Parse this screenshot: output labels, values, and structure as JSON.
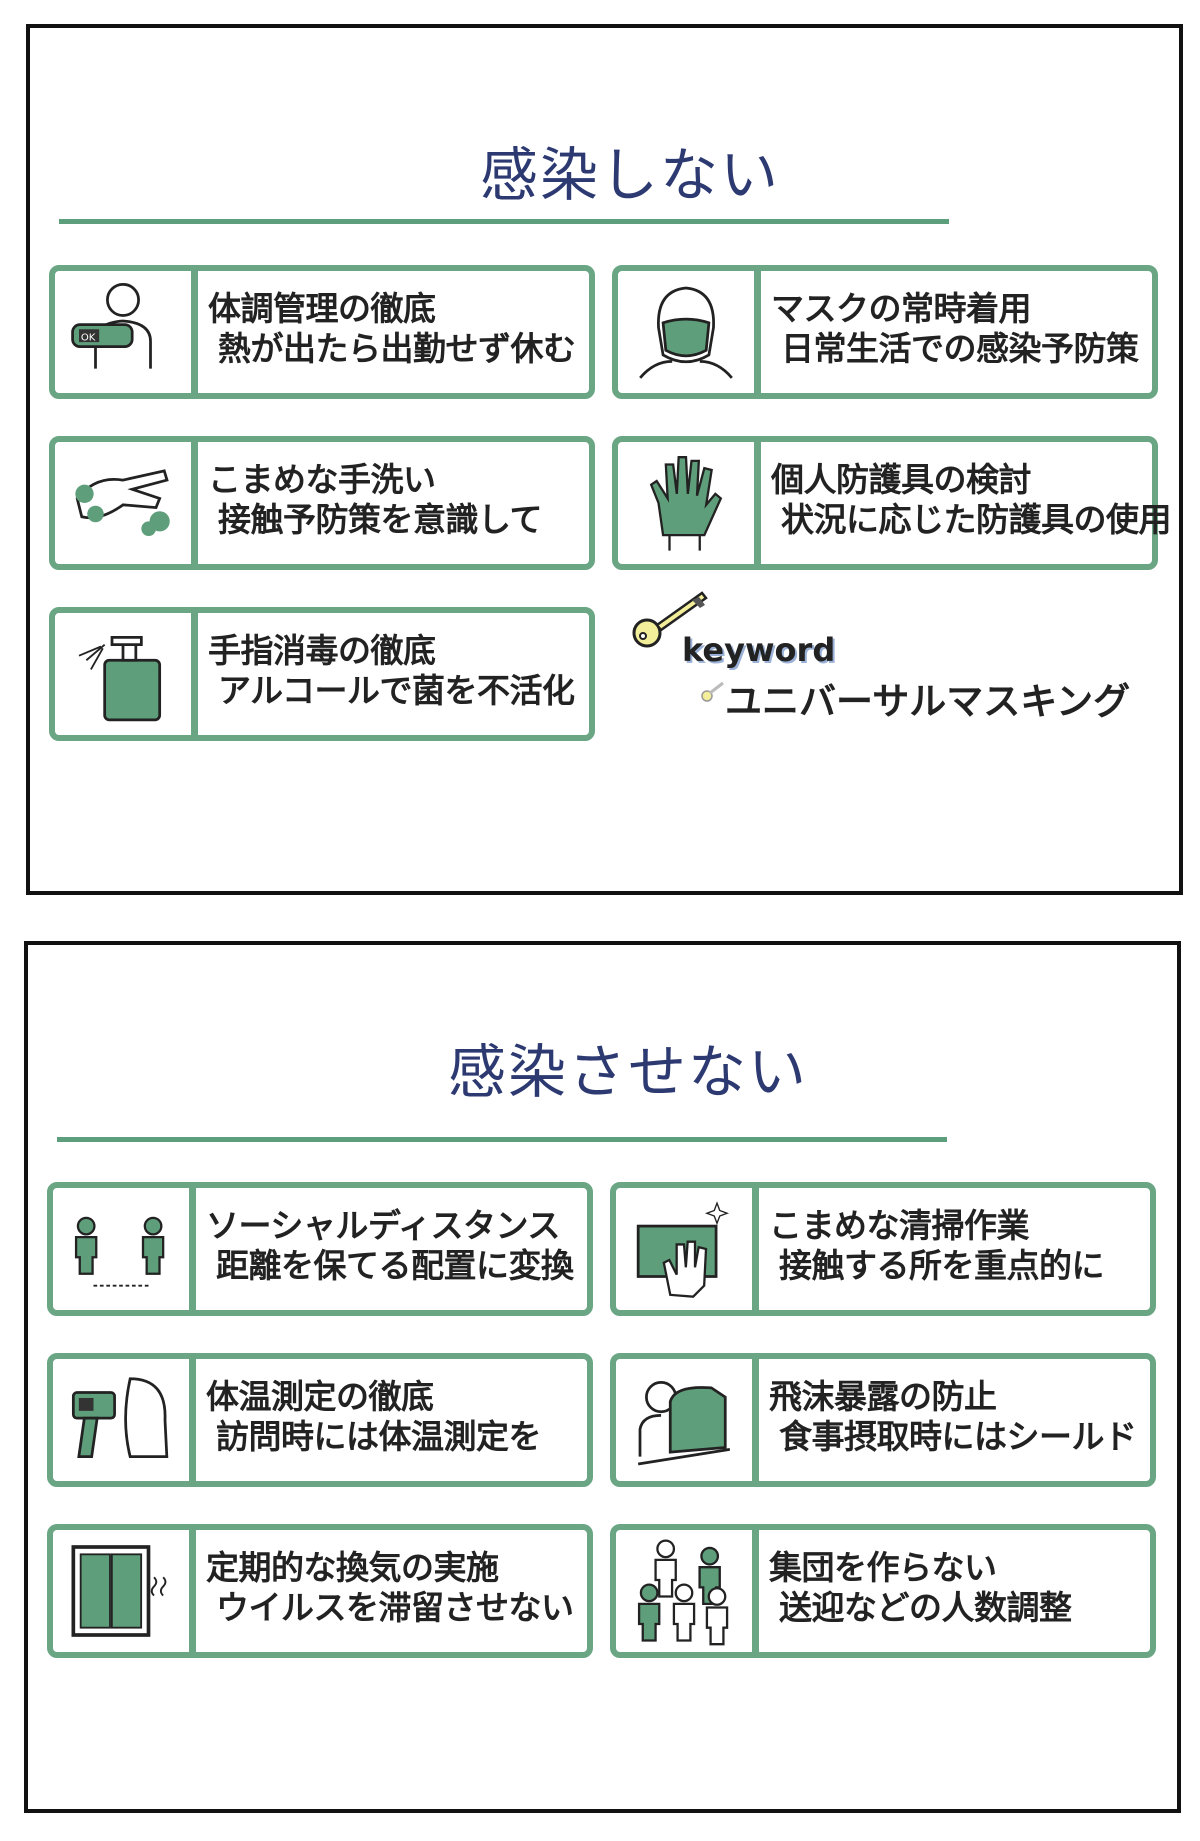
{
  "colors": {
    "green": "#6aa684",
    "icon_fill": "#5e9e7a",
    "title": "#2d3a72",
    "key": "#f3ee9a"
  },
  "panels": [
    {
      "title": "感染しない",
      "cards": [
        {
          "icon": "thermometer-person-icon",
          "line1": "体調管理の徹底",
          "line2": "熱が出たら出勤せず休む",
          "icon_text": "OK"
        },
        {
          "icon": "mask-icon",
          "line1": "マスクの常時着用",
          "line2": "日常生活での感染予防策"
        },
        {
          "icon": "handwashing-icon",
          "line1": "こまめな手洗い",
          "line2": "接触予防策を意識して"
        },
        {
          "icon": "glove-icon",
          "line1": "個人防護具の検討",
          "line2": "状況に応じた防護具の使用"
        },
        {
          "icon": "sanitizer-icon",
          "line1": "手指消毒の徹底",
          "line2": "アルコールで菌を不活化"
        }
      ],
      "keyword": {
        "label": "keyword",
        "value": "ユニバーサルマスキング"
      }
    },
    {
      "title": "感染させない",
      "cards": [
        {
          "icon": "social-distance-icon",
          "line1": "ソーシャルディスタンス",
          "line2": "距離を保てる配置に変換"
        },
        {
          "icon": "cleaning-icon",
          "line1": "こまめな清掃作業",
          "line2": "接触する所を重点的に"
        },
        {
          "icon": "temperature-gun-icon",
          "line1": "体温測定の徹底",
          "line2": "訪問時には体温測定を"
        },
        {
          "icon": "shield-partition-icon",
          "line1": "飛沫暴露の防止",
          "line2": "食事摂取時にはシールド"
        },
        {
          "icon": "window-ventilation-icon",
          "line1": "定期的な換気の実施",
          "line2": "ウイルスを滞留させない"
        },
        {
          "icon": "group-icon",
          "line1": "集団を作らない",
          "line2": "送迎などの人数調整"
        }
      ]
    }
  ]
}
